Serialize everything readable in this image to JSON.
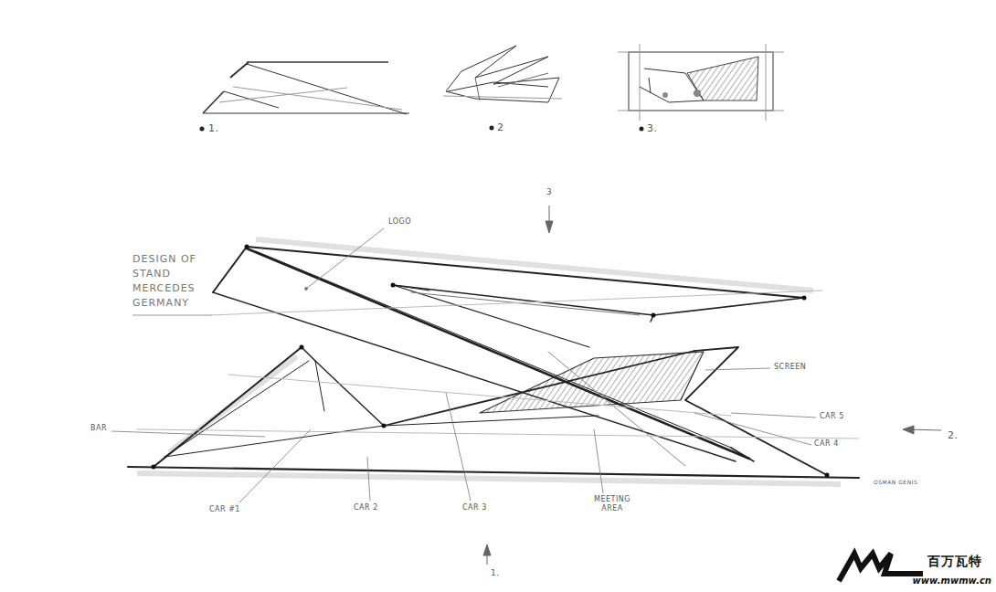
{
  "diagram": {
    "title": "DESIGN OF STAND MERCEDES GERMANY",
    "labels": [
      "1.",
      "2",
      "3.",
      "3",
      "LOGO",
      "SCREEN",
      "CAR 5",
      "CAR 4",
      "2.",
      "BAR",
      "CAR #1",
      "CAR 2",
      "CAR 3",
      "MEETING AREA",
      "1.",
      "OSMAN GENIS",
      "百万瓦特",
      "www.mwmw.cn"
    ]
  }
}
